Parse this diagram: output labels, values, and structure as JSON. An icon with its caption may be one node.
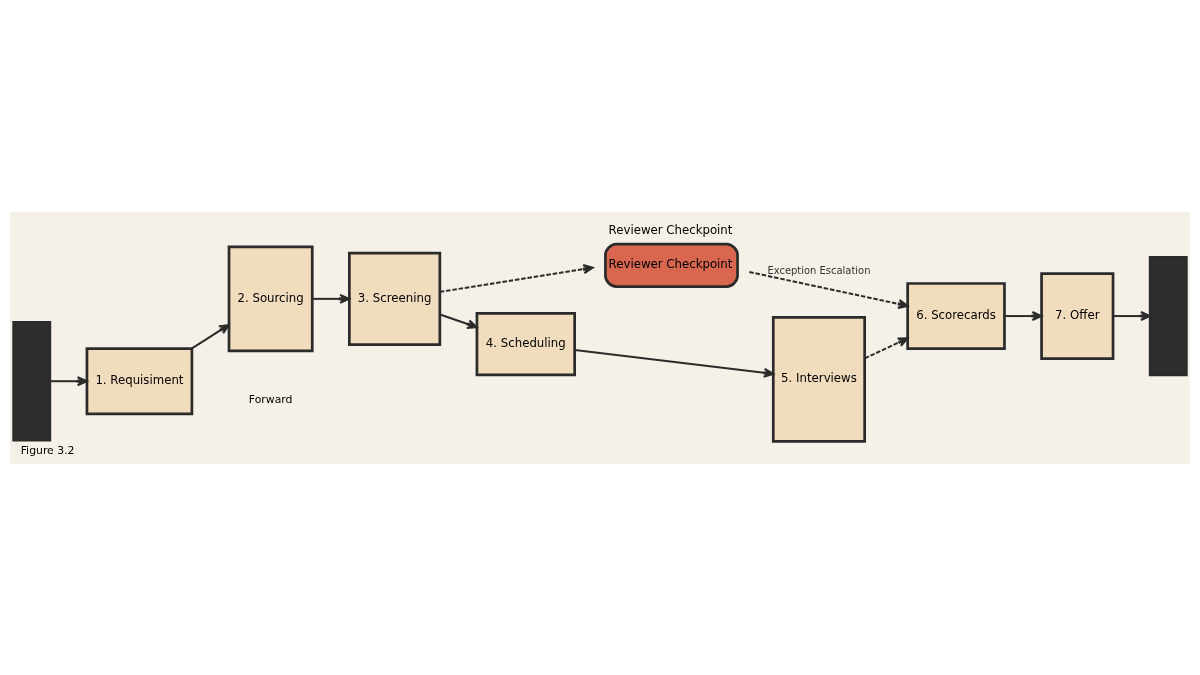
{
  "diagram": {
    "caption": "Figure 3.2",
    "nodes": [
      {
        "text": [],
        "shape": "bar"
      },
      {
        "text": [
          "1. Requisiment"
        ]
      },
      {
        "text": [
          "2. Sourcing"
        ]
      },
      {
        "text": [
          "3. Screening"
        ]
      },
      {
        "text": [
          "Reviewer Checkpoint"
        ],
        "beside": [
          "Reviewer Checkpoint"
        ]
      },
      {
        "text": [
          "4. Scheduling"
        ]
      },
      {
        "text": [
          "5. Interviews"
        ]
      },
      {
        "text": [
          "6. Scorecards"
        ]
      },
      {
        "text": [
          "7. Offer"
        ]
      },
      {
        "text": [],
        "shape": "bar"
      }
    ],
    "edges": [
      {
        "from": 0,
        "to": 1,
        "arrow": "to"
      },
      {
        "from": 1,
        "to": 2,
        "arrow": "to"
      },
      {
        "from": 2,
        "to": 3,
        "arrow": "to"
      },
      {
        "from": 3,
        "to": 4,
        "arrow": "to",
        "style": "dashed"
      },
      {
        "from": 4,
        "to": 7,
        "arrow": "to",
        "style": "dashed",
        "label": "Exception Escalation"
      },
      {
        "from": 3,
        "to": 5,
        "arrow": "to"
      },
      {
        "from": 5,
        "to": 6,
        "arrow": "to"
      },
      {
        "from": 6,
        "to": 7,
        "arrow": "to",
        "style": "dashed"
      },
      {
        "from": 7,
        "to": 8,
        "arrow": "to"
      },
      {
        "from": 8,
        "to": 9,
        "arrow": "to"
      }
    ],
    "labels": [
      "Forward"
    ]
  }
}
